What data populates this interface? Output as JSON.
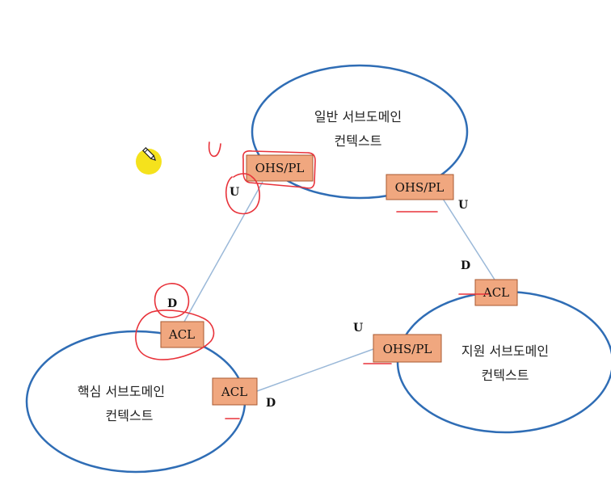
{
  "contexts": {
    "generic": {
      "line1": "일반 서브도메인",
      "line2": "컨텍스트"
    },
    "core": {
      "line1": "핵심 서브도메인",
      "line2": "컨텍스트"
    },
    "support": {
      "line1": "지원 서브도메인",
      "line2": "컨텍스트"
    }
  },
  "boxes": {
    "generic_ohs_left": "OHS/PL",
    "generic_ohs_right": "OHS/PL",
    "core_acl_top": "ACL",
    "core_acl_right": "ACL",
    "support_acl_top": "ACL",
    "support_ohs_left": "OHS/PL"
  },
  "relation_labels": {
    "generic_left_u": "U",
    "generic_right_u": "U",
    "core_top_d": "D",
    "core_right_d": "D",
    "support_top_d": "D",
    "support_left_u": "U"
  },
  "colors": {
    "context_outline": "#2f6db5",
    "box_fill": "#f0a77f",
    "link_line": "#9ab8d8",
    "annotation": "#e8323a",
    "cursor_highlight": "#f5e21c"
  },
  "icons": {
    "cursor": "pencil-icon"
  }
}
